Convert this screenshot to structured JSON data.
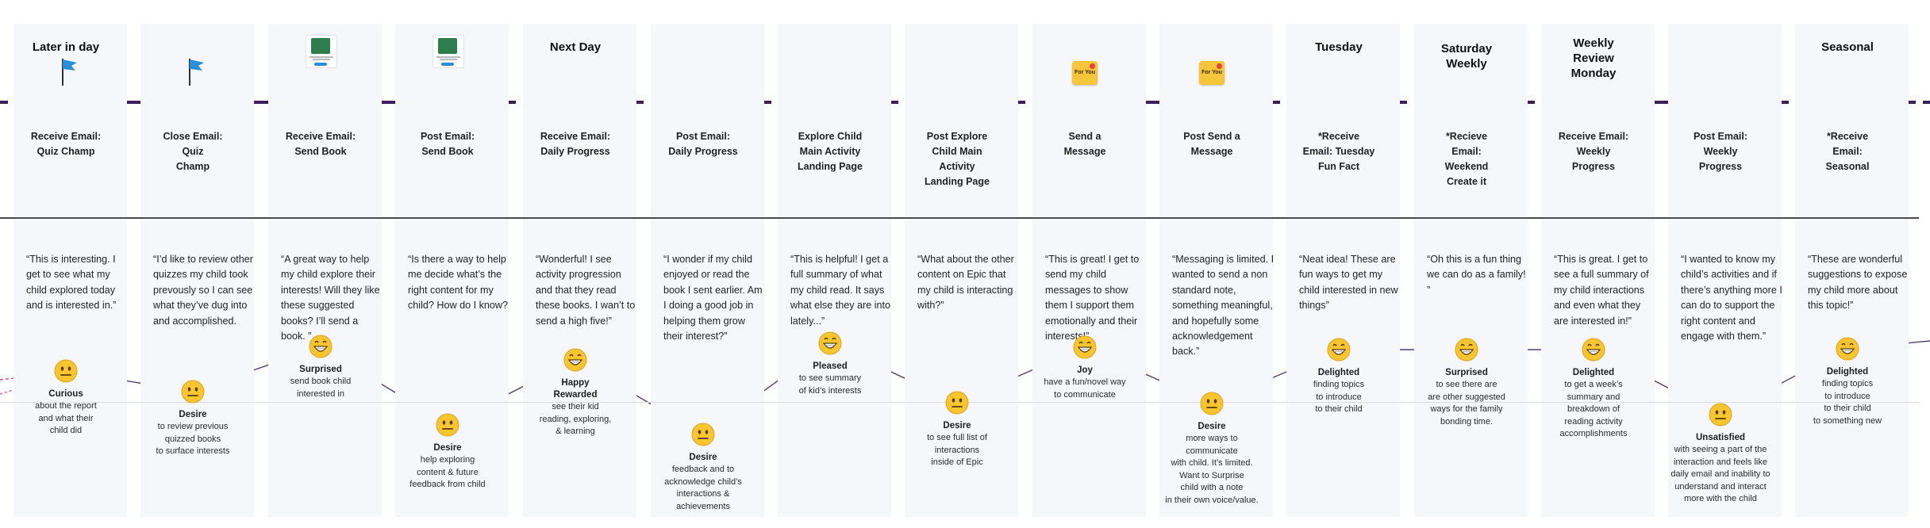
{
  "colors": {
    "timeline": "#3d1d5c",
    "emotion_line": "#5a3c6e",
    "column_bg": "#f6f7fb",
    "emoji_face": "#f7c530",
    "lead_in": "#d9418c"
  },
  "columns": [
    {
      "stage": "Later in day",
      "marker": "flag-icon",
      "node": "hollow",
      "step": [
        "Receive Email:",
        "Quiz Champ"
      ],
      "quote": "“This is interesting. I get to see what my child explored today and is interested in.”",
      "emotion": {
        "face": "neutral",
        "title": "Curious",
        "desc": [
          "about the report",
          "and what their",
          "child did"
        ]
      }
    },
    {
      "stage": "",
      "marker": "flag-icon",
      "node": "filled",
      "step": [
        "Close Email:",
        "Quiz",
        "Champ"
      ],
      "quote": "“I’d like to review other quizzes my child took prevously so I can see what they’ve dug into and accomplished.",
      "emotion": {
        "face": "neutral",
        "title": "Desire",
        "desc": [
          "to review previous",
          "quizzed books",
          "to surface interests"
        ]
      }
    },
    {
      "stage": "",
      "marker": "book-thumbnail-icon",
      "node": "hollow",
      "step": [
        "Receive Email:",
        "Send Book"
      ],
      "quote": "“A great way to help my child explore their interests! Will they like these suggested books? I’ll send a book. ”",
      "emotion": {
        "face": "grin",
        "title": "Surprised",
        "desc": [
          "send book child",
          "interested in"
        ]
      }
    },
    {
      "stage": "",
      "marker": "book-thumbnail-icon",
      "node": "filled",
      "step": [
        "Post Email:",
        "Send Book"
      ],
      "quote": "“Is there a way to help me decide what’s the right content for my child? How do I know?",
      "emotion": {
        "face": "neutral",
        "title": "Desire",
        "desc": [
          "help exploring",
          "content & future",
          "feedback from child"
        ]
      }
    },
    {
      "stage": "Next Day",
      "marker": "",
      "node": "hollow",
      "step": [
        "Receive Email:",
        "Daily Progress"
      ],
      "quote": "“Wonderful! I see activity progression and that they read these books. I wan’t to send a high five!”",
      "emotion": {
        "face": "grin",
        "title": "Happy",
        "title2": "Rewarded",
        "desc": [
          "see their kid",
          "reading, exploring,",
          "& learning"
        ]
      }
    },
    {
      "stage": "",
      "marker": "",
      "node": "filled",
      "step": [
        "Post Email:",
        "Daily Progress"
      ],
      "quote": "“I wonder if my child enjoyed or read the book I sent earlier. Am I doing a good job in helping them grow their interest?”",
      "emotion": {
        "face": "neutral",
        "title": "Desire",
        "desc": [
          "feedback and to",
          "acknowledge child’s",
          "interactions &",
          "achievements"
        ]
      }
    },
    {
      "stage": "",
      "marker": "",
      "node": "hollow",
      "step": [
        "Explore Child",
        "Main Activity",
        "Landing Page"
      ],
      "quote": "“This is helpful! I get a full summary of what my child read. It says what else they are into lately...”",
      "emotion": {
        "face": "grin",
        "title": "Pleased",
        "desc": [
          "to see summary",
          "of kid’s interests"
        ]
      }
    },
    {
      "stage": "",
      "marker": "",
      "node": "filled",
      "step": [
        "Post Explore",
        "Child Main",
        "Activity",
        "Landing Page"
      ],
      "quote": "“What about the other content on Epic that my child is interacting with?”",
      "emotion": {
        "face": "neutral",
        "title": "Desire",
        "desc": [
          "to see full list of",
          "interactions",
          "inside of Epic"
        ]
      }
    },
    {
      "stage": "",
      "marker": "for-you-card-icon",
      "node": "hollow",
      "step": [
        "Send a",
        "Message"
      ],
      "quote": "“This is great! I get to send my child messages to show them I support them emotionally and their interests!”",
      "emotion": {
        "face": "grin",
        "title": "Joy",
        "desc": [
          "have a fun/novel way",
          "to communicate"
        ]
      }
    },
    {
      "stage": "",
      "marker": "for-you-card-icon",
      "node": "filled",
      "step": [
        "Post Send a",
        "Message"
      ],
      "quote": "“Messaging is limited. I wanted to send a non standard note, something meaningful, and hopefully some acknowledgement back.”",
      "emotion": {
        "face": "neutral",
        "title": "Desire",
        "desc": [
          "more ways to",
          "communicate",
          "with child. It’s limited.",
          "Want to Surprise",
          "child with a note",
          "in their own voice/value."
        ]
      }
    },
    {
      "stage": "Tuesday",
      "marker": "",
      "node": "hollow",
      "step": [
        "*Receive",
        "Email: Tuesday",
        "Fun Fact"
      ],
      "quote": "“Neat idea! These are fun ways to get my child interested in new things”",
      "emotion": {
        "face": "grin",
        "title": "Delighted",
        "desc": [
          "finding topics",
          "to introduce",
          "to their child"
        ]
      }
    },
    {
      "stage": "Saturday\nWeekly",
      "marker": "",
      "node": "hollow",
      "step": [
        "*Recieve",
        "Email:",
        "Weekend",
        "Create it"
      ],
      "quote": "“Oh this is a fun thing we can do as a family! ”",
      "emotion": {
        "face": "grin",
        "title": "Surprised",
        "desc": [
          "to see there are",
          "are other suggested",
          "ways for the family",
          "bonding time."
        ]
      }
    },
    {
      "stage": "Weekly\nReview\nMonday",
      "marker": "",
      "node": "hollow",
      "step": [
        "Receive Email:",
        "Weekly",
        "Progress"
      ],
      "quote": "“This is great. I get to see a full summary of my child interactions and even what they are interested in!”",
      "emotion": {
        "face": "grin",
        "title": "Delighted",
        "desc": [
          "to get a week’s",
          "summary and",
          "breakdown of",
          "reading activity",
          "accomplishments"
        ]
      }
    },
    {
      "stage": "",
      "marker": "",
      "node": "filled",
      "step": [
        "Post Email:",
        "Weekly",
        "Progress"
      ],
      "quote": "“I wanted to know my child’s activities and if there’s anything more I can do to support the right content and engage with them.”",
      "emotion": {
        "face": "neutral",
        "title": "Unsatisfied",
        "desc": [
          "with seeing a part of the",
          "interaction and feels like",
          "daily email and inability to",
          "understand and interact",
          "more with the child"
        ]
      }
    },
    {
      "stage": "Seasonal",
      "marker": "",
      "node": "hollow",
      "step": [
        "*Receive",
        "Email:",
        "Seasonal"
      ],
      "quote": "“These are wonderful suggestions to expose my child more about this topic!”",
      "emotion": {
        "face": "grin",
        "title": "Delighted",
        "desc": [
          "finding topics",
          "to introduce",
          "to their child",
          "to something new"
        ]
      }
    }
  ],
  "foryou_label": "For You"
}
